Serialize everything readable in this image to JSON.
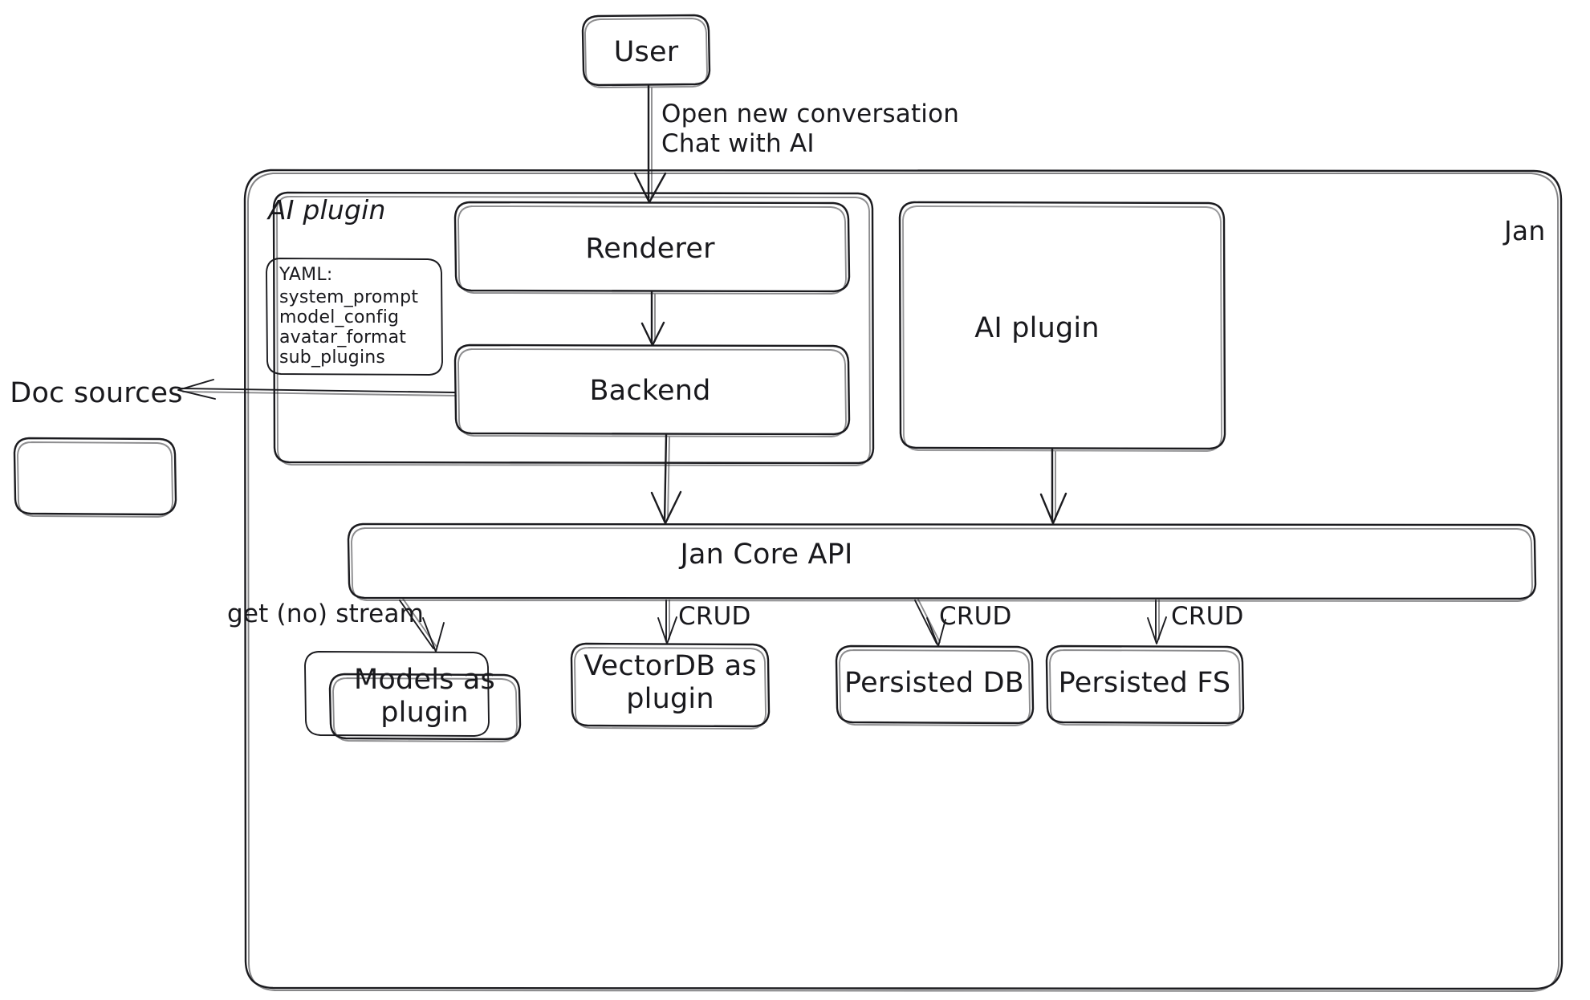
{
  "diagram": {
    "title": "Jan architecture diagram",
    "style": "hand-drawn",
    "stroke_color": "#1b1b1f",
    "background_color": "#ffffff"
  },
  "nodes": {
    "user": {
      "label": "User"
    },
    "jan_container": {
      "label": "Jan"
    },
    "ai_plugin_group": {
      "label": "AI plugin"
    },
    "yaml_box": {
      "lines": [
        "YAML:",
        "system_prompt",
        "model_config",
        "avatar_format",
        "sub_plugins"
      ]
    },
    "renderer": {
      "label": "Renderer"
    },
    "backend": {
      "label": "Backend"
    },
    "ai_plugin_right": {
      "label": "AI plugin"
    },
    "doc_sources": {
      "label": "Doc sources"
    },
    "jan_core_api": {
      "label": "Jan Core API"
    },
    "models_as_plugin": {
      "label": "Models as\nplugin"
    },
    "vectordb_as_plugin": {
      "label": "VectorDB as\nplugin"
    },
    "persisted_db": {
      "label": "Persisted DB"
    },
    "persisted_fs": {
      "label": "Persisted FS"
    }
  },
  "edges": {
    "user_to_renderer": {
      "label": "Open new conversation\nChat with AI"
    },
    "renderer_to_backend": {
      "label": ""
    },
    "backend_to_doc_sources": {
      "label": ""
    },
    "backend_to_core": {
      "label": ""
    },
    "ai_plugin_right_to_core": {
      "label": ""
    },
    "core_to_models": {
      "label": "get (no) stream"
    },
    "core_to_vectordb": {
      "label": "CRUD"
    },
    "core_to_persisted_db": {
      "label": "CRUD"
    },
    "core_to_persisted_fs": {
      "label": "CRUD"
    }
  }
}
